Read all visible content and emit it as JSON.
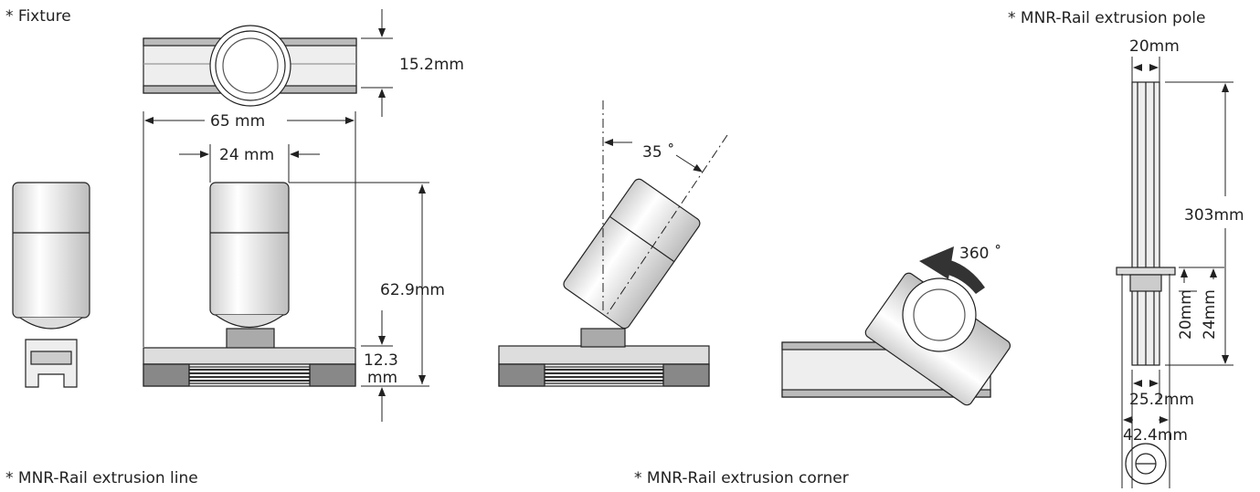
{
  "captions": {
    "fixture": "* Fixture",
    "pole": "* MNR-Rail extrusion pole",
    "line": "* MNR-Rail extrusion line",
    "corner": "* MNR-Rail extrusion corner"
  },
  "dimensions": {
    "top_thickness": "15.2mm",
    "width": "65 mm",
    "body_width": "24 mm",
    "height": "62.9mm",
    "base_height_line1": "12.3",
    "base_height_line2": "mm",
    "tilt_angle": "35 ˚",
    "rotation_angle": "360 ˚",
    "pole_width": "20mm",
    "pole_length": "303mm",
    "pole_20": "20mm",
    "pole_24": "24mm",
    "pole_252": "25.2mm",
    "pole_424": "42.4mm"
  }
}
